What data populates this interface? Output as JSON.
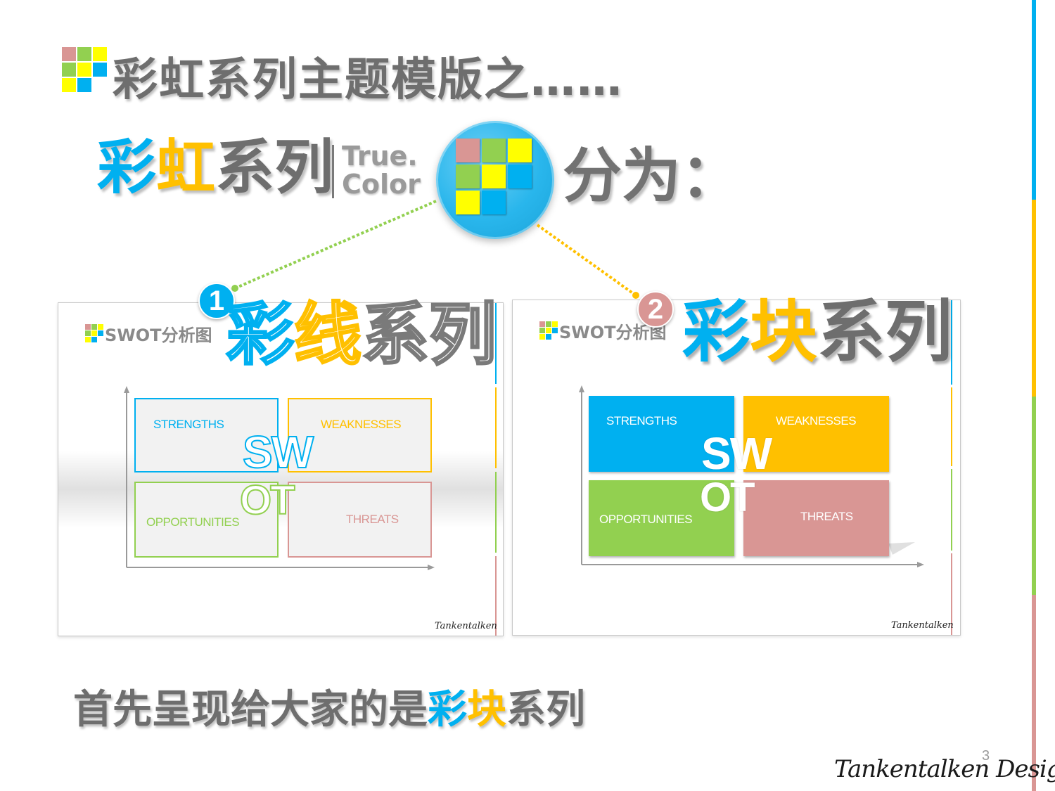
{
  "colors": {
    "blue": "#00b0f0",
    "yellow": "#ffc000",
    "green": "#92d050",
    "pink": "#d99694",
    "gray_text": "#6e6e6e",
    "logo_yellow": "#ffff00",
    "logo_pink": "#d99694"
  },
  "header": {
    "title": "彩虹系列主题模版之……",
    "logo_icon": "rainbow-grid-icon"
  },
  "brand": {
    "part1": "彩",
    "part2": "虹",
    "part3": "系列",
    "en_line1": "True.",
    "en_line2": "Color",
    "divide_text": "分为："
  },
  "slide1": {
    "badge": "1",
    "series_part1": "彩",
    "series_part2": "线",
    "series_part3": "系列",
    "thumb_title": "SWOT分析图",
    "strengths": "STRENGTHS",
    "weaknesses": "WEAKNESSES",
    "opportunities": "OPPORTUNITIES",
    "threats": "THREATS",
    "center_top": "SW",
    "center_bottom": "OT",
    "signature": "Tankentalken"
  },
  "slide2": {
    "badge": "2",
    "series_part1": "彩",
    "series_part2": "块",
    "series_part3": "系列",
    "thumb_title": "SWOT分析图",
    "strengths": "STRENGTHS",
    "weaknesses": "WEAKNESSES",
    "opportunities": "OPPORTUNITIES",
    "threats": "THREATS",
    "center_top": "SW",
    "center_bottom": "OT",
    "signature": "Tankentalken"
  },
  "footer": {
    "text_main": "首先呈现给大家的是",
    "text_part1": "彩",
    "text_part2": "块",
    "text_part3": "系列",
    "page_number": "3",
    "signature": "Tankentalken Design"
  }
}
